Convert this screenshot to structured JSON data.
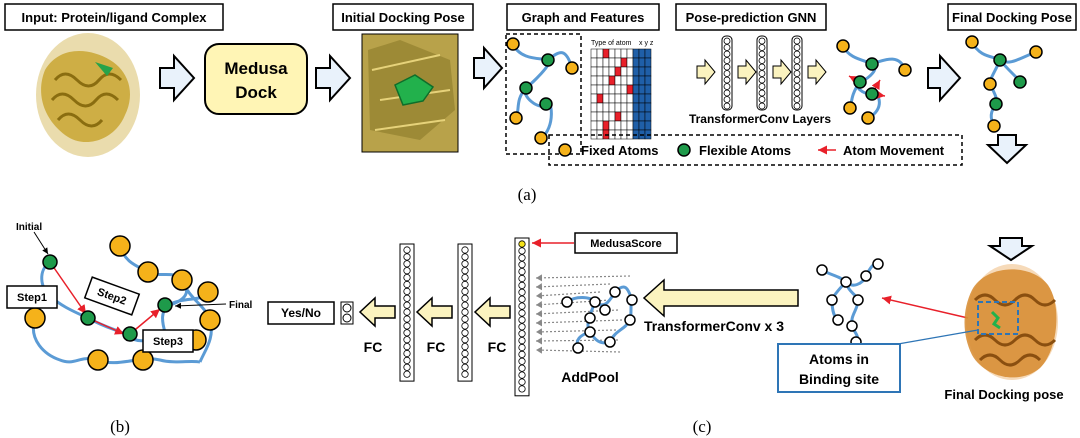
{
  "top": {
    "input_title": "Input: Protein/ligand Complex",
    "medusa_dock_line1": "Medusa",
    "medusa_dock_line2": "Dock",
    "initial_pose_title": "Initial Docking Pose",
    "graph_title": "Graph and Features",
    "feature_type_label": "Type of atom",
    "feature_xyz_label": "x y z",
    "gnn_title": "Pose-prediction GNN",
    "transformer_layers_label": "TransformerConv Layers",
    "final_pose_title": "Final Docking Pose",
    "legend_fixed": "Fixed Atoms",
    "legend_flexible": "Flexible Atoms",
    "legend_movement": "Atom Movement",
    "caption": "(a)"
  },
  "panel_b": {
    "initial_label": "Initial",
    "step1": "Step1",
    "step2": "Step2",
    "step3": "Step3",
    "final_label": "Final",
    "caption": "(b)"
  },
  "panel_c": {
    "medusascore_label": "MedusaScore",
    "yes_no_label": "Yes/No",
    "fc1": "FC",
    "fc2": "FC",
    "fc3": "FC",
    "addpool_label": "AddPool",
    "transformer_x3_label": "TransformerConv x 3",
    "atoms_binding_line1": "Atoms in",
    "atoms_binding_line2": "Binding site",
    "final_docking_pose_label": "Final Docking pose",
    "caption": "(c)"
  },
  "colors": {
    "fixed_atom": "#f5b21a",
    "flexible_atom": "#1e9a4a",
    "bond": "#5b9bd5",
    "arrow_fill": "#f7f0bd",
    "medusa_box": "#fff5b5",
    "movement_red": "#e8202a",
    "protein_gold": "#c9a632",
    "protein_orange": "#d6892e",
    "binding_blue": "#2e75b6"
  }
}
